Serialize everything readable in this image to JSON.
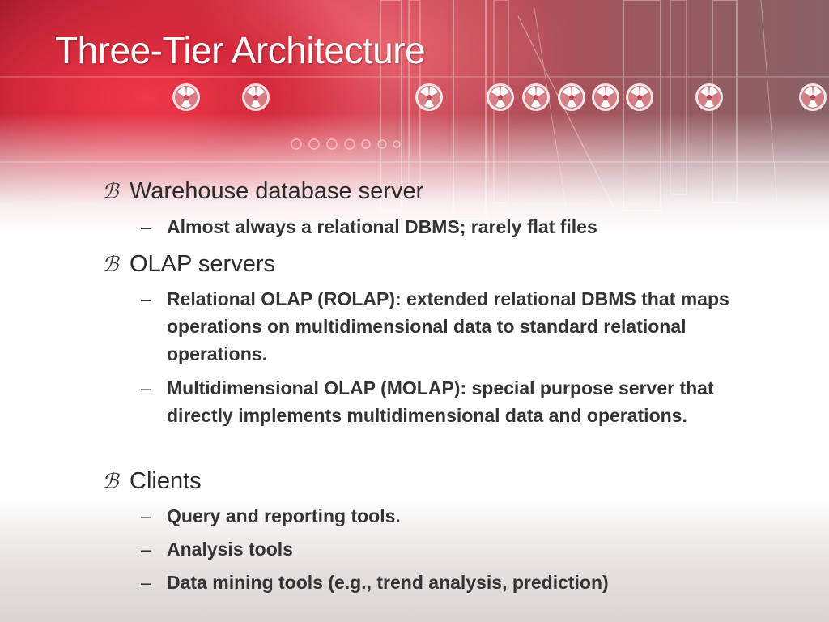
{
  "slide": {
    "title": "Three-Tier Architecture",
    "bullet_glyph": "ℬ",
    "dash_glyph": "–",
    "items": [
      {
        "label": "Warehouse database server",
        "subitems": [
          "Almost always a relational DBMS; rarely flat files"
        ]
      },
      {
        "label": "OLAP servers",
        "subitems": [
          "Relational OLAP (ROLAP):  extended relational DBMS that maps operations on multidimensional data to standard relational operations.",
          "Multidimensional OLAP (MOLAP): special purpose server that directly implements multidimensional data and operations."
        ]
      },
      {
        "label": "Clients",
        "subitems": [
          "Query and reporting tools.",
          "Analysis tools",
          "Data mining tools (e.g., trend analysis, prediction)"
        ]
      }
    ]
  },
  "colors": {
    "banner_red": "#d42a3c",
    "title_text": "#ffffff",
    "body_text": "#333333"
  },
  "decoration": {
    "header_icon": "radiation-hazard-icon",
    "background": "industrial-pipes-photo"
  }
}
